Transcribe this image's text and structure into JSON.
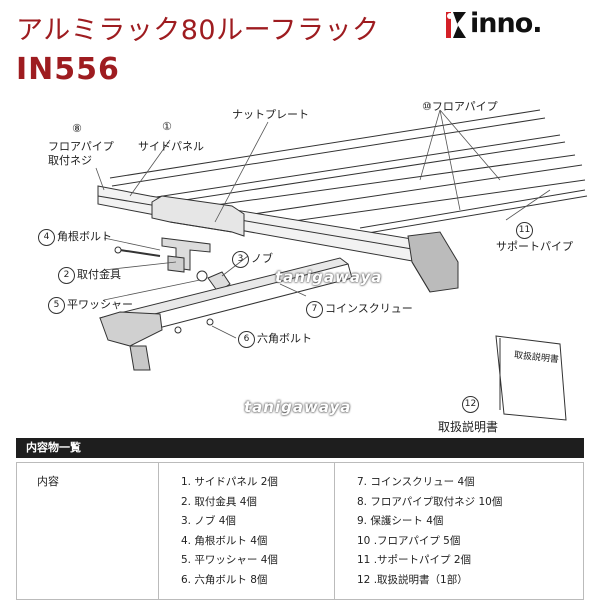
{
  "header": {
    "title": "アルミラック80ルーフラック",
    "model": "IN556",
    "logo_text": "inno."
  },
  "labels": {
    "nut_plate": "ナットプレート",
    "floor_pipe": "⑩フロアパイプ",
    "side_panel": "サイドパネル",
    "floor_pipe_screw_line1": "フロアパイプ",
    "floor_pipe_screw_line2": "取付ネジ",
    "square_bolt": "角根ボルト",
    "mount_bracket": "取付金具",
    "knob": "ノブ",
    "flat_washer": "平ワッシャー",
    "coin_screw": "コインスクリュー",
    "hex_bolt": "六角ボルト",
    "support_pipe": "サポートパイプ",
    "manual": "取扱説明書",
    "manual_cover": "取扱説明書"
  },
  "numbers": {
    "n8": "⑧",
    "n1": "①",
    "n4": "4",
    "n2": "2",
    "n3": "3",
    "n5": "5",
    "n7": "7",
    "n6": "6",
    "n11": "11",
    "n12": "12"
  },
  "watermarks": [
    "tanigawaya",
    "tanigawaya"
  ],
  "contents": {
    "header": "内容物一覧",
    "label": "内容",
    "items_left": [
      "1. サイドパネル 2個",
      "2. 取付金具 4個",
      "3. ノブ 4個",
      "4. 角根ボルト 4個",
      "5. 平ワッシャー 4個",
      "6. 六角ボルト 8個"
    ],
    "items_right": [
      "7. コインスクリュー 4個",
      "8. フロアパイプ取付ネジ 10個",
      "9. 保護シート 4個",
      "10 .フロアパイプ 5個",
      "11 .サポートパイプ 2個",
      "12 .取扱説明書（1部）"
    ]
  },
  "colors": {
    "accent": "#9e1c20",
    "logo_red": "#d42027",
    "header_bg": "#1e1e1e"
  }
}
